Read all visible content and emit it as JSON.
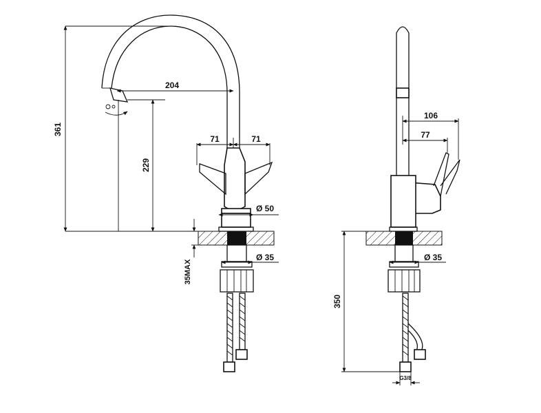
{
  "front_view": {
    "height_total": "361",
    "spout_reach": "204",
    "spout_clearance": "229",
    "handle_left": "71",
    "handle_right": "71",
    "base_diameter": "Ø 50",
    "shank_diameter": "Ø 35",
    "max_thickness": "35MAX"
  },
  "side_view": {
    "handle_reach_outer": "106",
    "handle_reach_inner": "77",
    "shank_diameter": "Ø 35",
    "hose_length": "350",
    "thread": "G3/8"
  },
  "colors": {
    "line": "#111111",
    "background": "#ffffff"
  }
}
